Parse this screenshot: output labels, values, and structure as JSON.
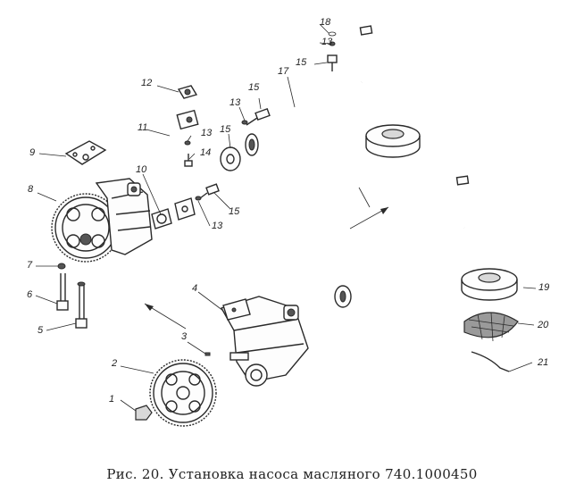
{
  "figure": {
    "caption": "Рис. 20. Установка насоса масляного 740.1000450"
  },
  "callouts": [
    {
      "id": "c1",
      "text": "1"
    },
    {
      "id": "c2",
      "text": "2"
    },
    {
      "id": "c3",
      "text": "3"
    },
    {
      "id": "c4",
      "text": "4"
    },
    {
      "id": "c5",
      "text": "5"
    },
    {
      "id": "c6",
      "text": "6"
    },
    {
      "id": "c7",
      "text": "7"
    },
    {
      "id": "c8",
      "text": "8"
    },
    {
      "id": "c9",
      "text": "9"
    },
    {
      "id": "c10",
      "text": "10"
    },
    {
      "id": "c11",
      "text": "11"
    },
    {
      "id": "c12",
      "text": "12"
    },
    {
      "id": "c13a",
      "text": "13"
    },
    {
      "id": "c13b",
      "text": "13"
    },
    {
      "id": "c13c",
      "text": "13"
    },
    {
      "id": "c13d",
      "text": "13"
    },
    {
      "id": "c14",
      "text": "14"
    },
    {
      "id": "c15a",
      "text": "15"
    },
    {
      "id": "c15b",
      "text": "15"
    },
    {
      "id": "c15c",
      "text": "15"
    },
    {
      "id": "c15d",
      "text": "15"
    },
    {
      "id": "c17",
      "text": "17"
    },
    {
      "id": "c18",
      "text": "18"
    },
    {
      "id": "c19",
      "text": "19"
    },
    {
      "id": "c20",
      "text": "20"
    },
    {
      "id": "c21",
      "text": "21"
    }
  ]
}
